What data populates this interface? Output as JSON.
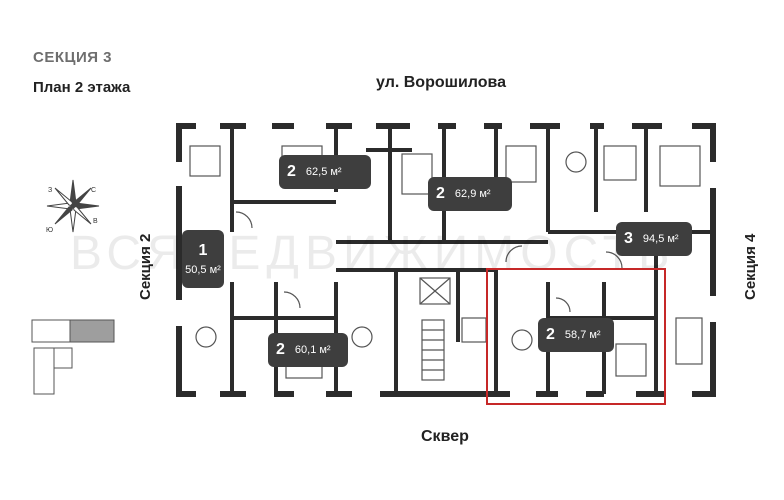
{
  "header": {
    "section": "СЕКЦИЯ 3",
    "floor_plan": "План 2 этажа"
  },
  "street": "ул. Ворошилова",
  "square": "Сквер",
  "sides": {
    "left": "Секция 2",
    "right": "Секция 4"
  },
  "compass": {
    "north": "С",
    "south": "Ю",
    "east": "В",
    "west": "З"
  },
  "watermark": "ВСЯНЕДВИЖИМОСТЬ",
  "apartments": [
    {
      "rooms": "2",
      "area": "62,5 м²"
    },
    {
      "rooms": "2",
      "area": "62,9 м²"
    },
    {
      "rooms": "3",
      "area": "94,5 м²"
    },
    {
      "rooms": "1",
      "area": "50,5 м²"
    },
    {
      "rooms": "2",
      "area": "60,1 м²"
    },
    {
      "rooms": "2",
      "area": "58,7 м²"
    }
  ],
  "colors": {
    "badge": "#3e3e3e",
    "highlight": "#c62828",
    "walls": "#2b2b2b",
    "minimap_active": "#9e9e9e"
  }
}
